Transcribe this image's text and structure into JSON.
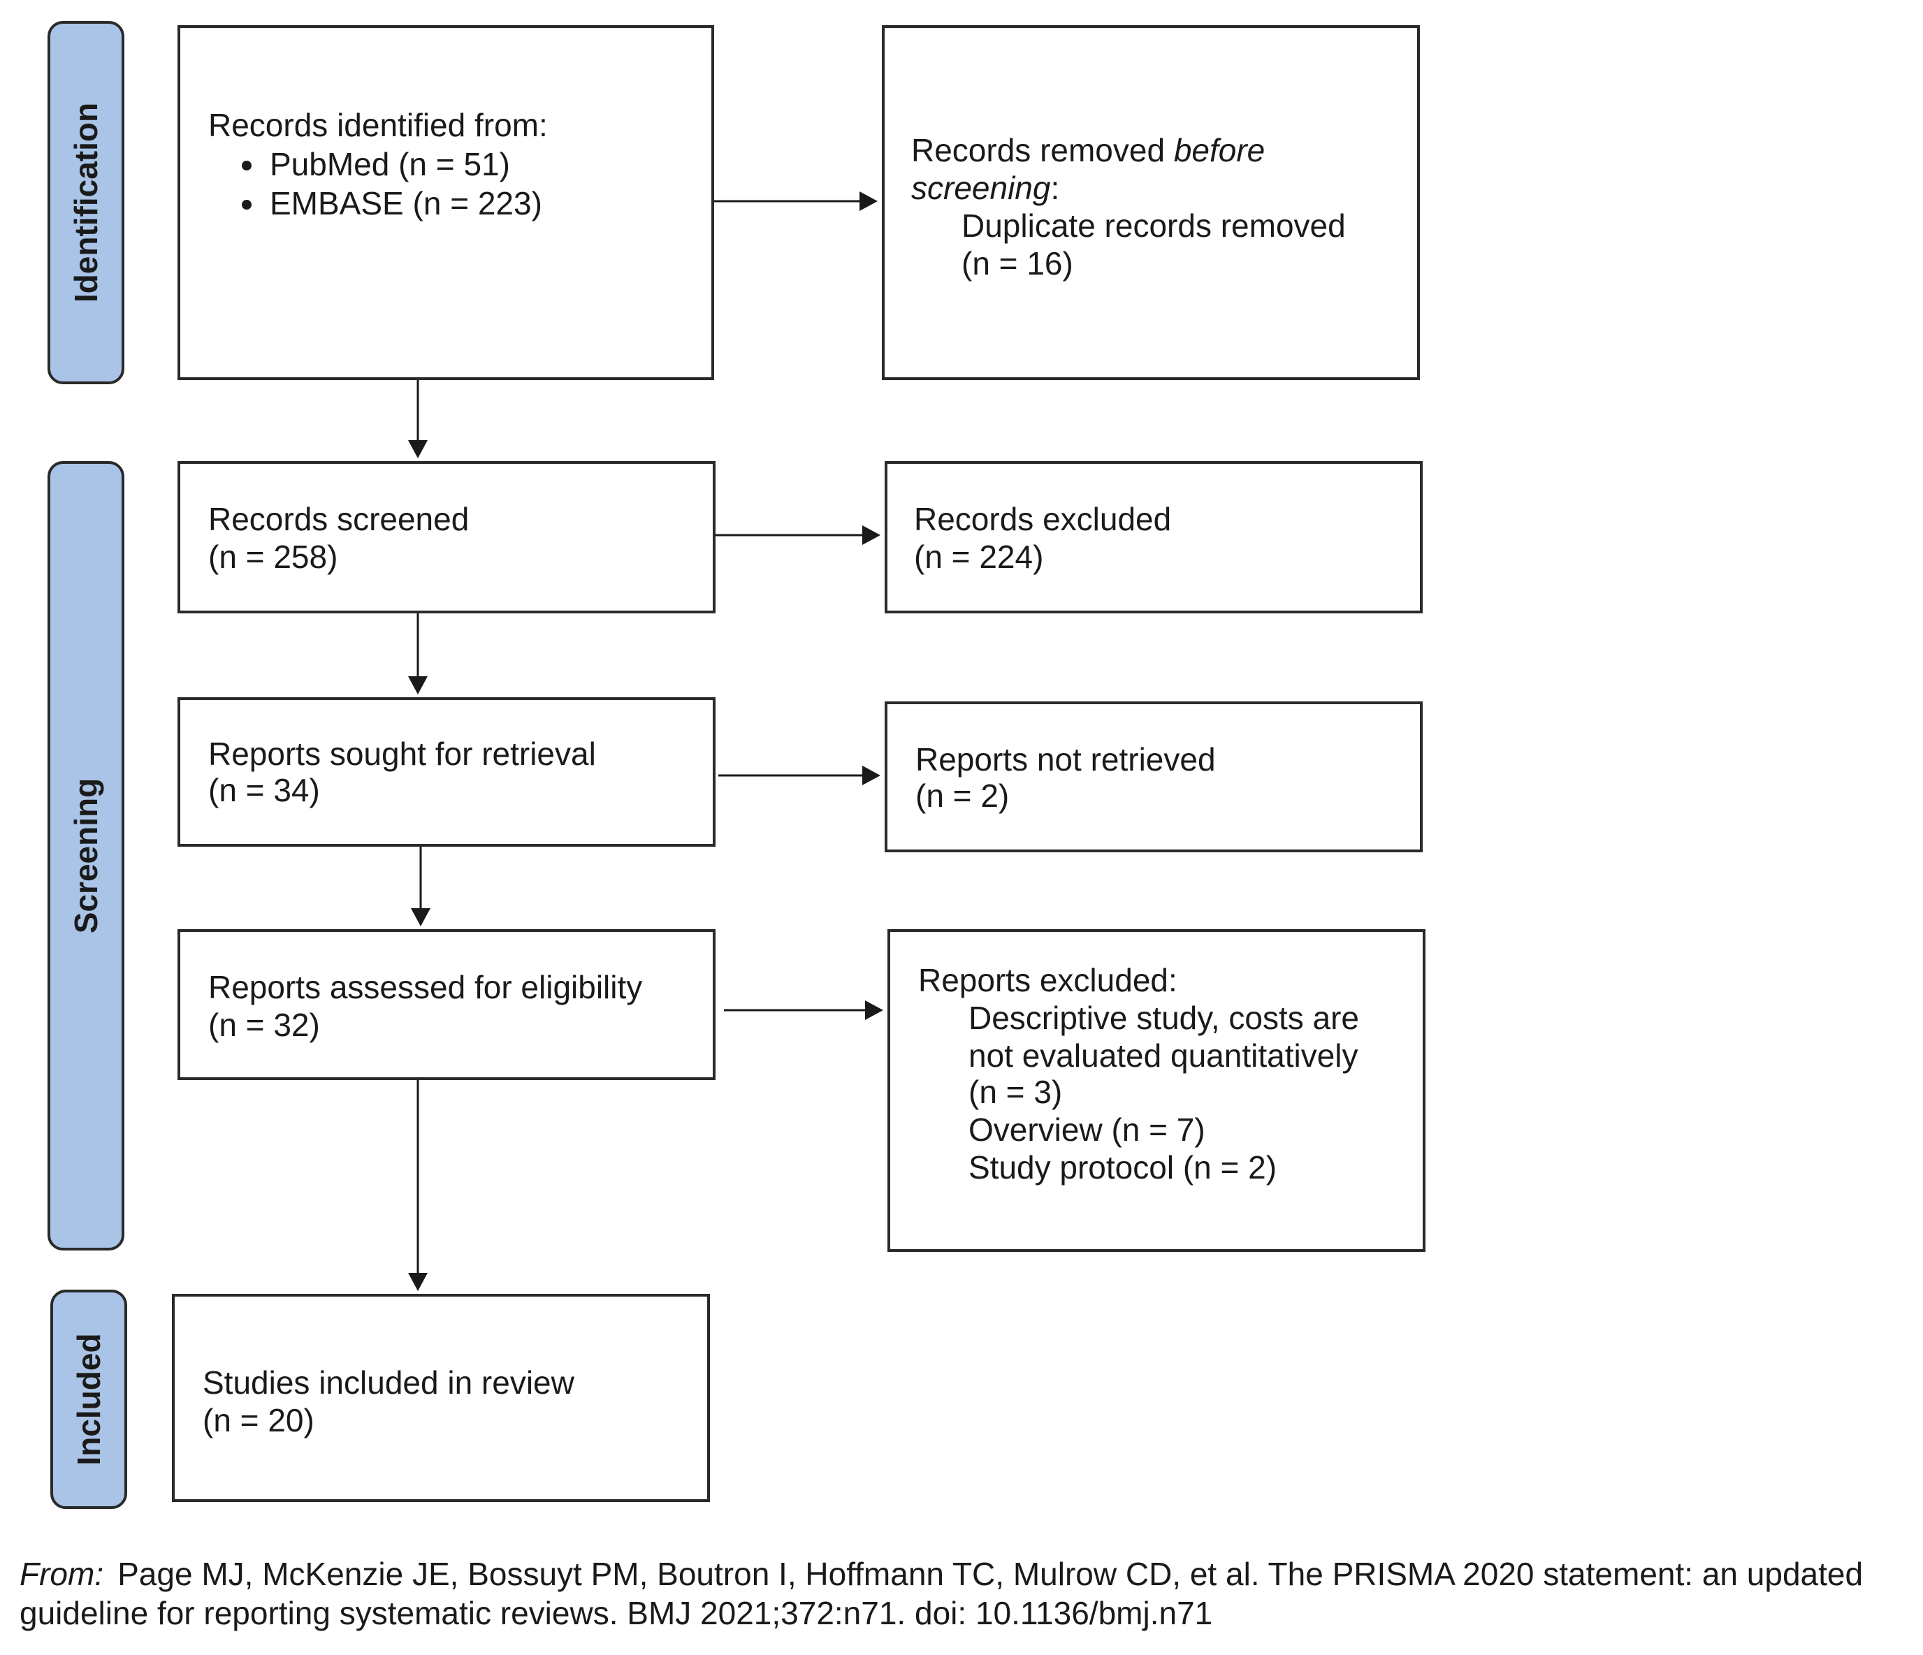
{
  "stages": {
    "identification": "Identification",
    "screening": "Screening",
    "included": "Included"
  },
  "identification": {
    "records_heading": "Records identified from:",
    "sources": [
      "PubMed (n = 51)",
      "EMBASE (n = 223)"
    ],
    "removed_prefix": "Records removed ",
    "removed_em1": "before",
    "removed_em2": "screening",
    "removed_colon": ":",
    "duplicates_label": "Duplicate records removed",
    "duplicates_count": "(n = 16)"
  },
  "screening": {
    "screened_label": "Records screened",
    "screened_count": "(n = 258)",
    "excluded_label": "Records excluded",
    "excluded_count": "(n = 224)",
    "sought_label": "Reports sought for retrieval",
    "sought_count": "(n = 34)",
    "not_retrieved_label": "Reports not retrieved",
    "not_retrieved_count": "(n = 2)",
    "assessed_label": "Reports assessed for eligibility",
    "assessed_count": "(n = 32)",
    "reports_excluded_heading": "Reports excluded:",
    "reasons": [
      "Descriptive study, costs are",
      "not evaluated quantitatively",
      "(n = 3)",
      "Overview (n = 7)",
      "Study protocol (n = 2)"
    ]
  },
  "included": {
    "label": "Studies included in review",
    "count": "(n = 20)"
  },
  "citation": {
    "from": "From:",
    "line1": "Page MJ, McKenzie JE, Bossuyt PM, Boutron I, Hoffmann TC, Mulrow CD, et al. The PRISMA 2020 statement: an updated",
    "line2": "guideline for reporting systematic reviews. BMJ 2021;372:n71. doi: 10.1136/bmj.n71"
  },
  "colors": {
    "stage_fill": "#a9c4e6",
    "border": "#2a2a2a",
    "text": "#1a1a1a"
  }
}
